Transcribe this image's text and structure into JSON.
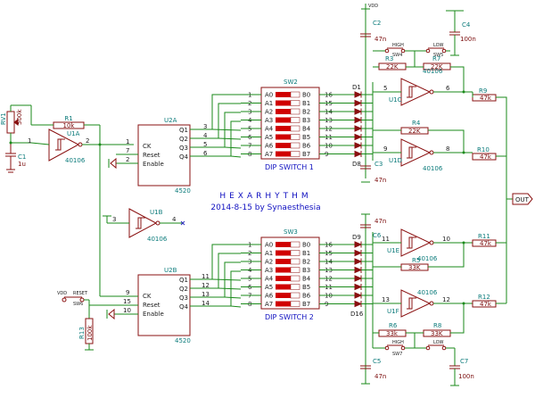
{
  "title": "HEXARHYTHM",
  "subtitle": "2014-8-15 by Synaesthesia",
  "output_label": "OUT",
  "colors": {
    "wire": "#1a8a1a",
    "component": "#8a1010",
    "label": "#1010c0",
    "reference": "#0a7a7a"
  },
  "rv1": {
    "ref": "RV1",
    "value": "500k"
  },
  "r1": {
    "ref": "R1",
    "value": "10k"
  },
  "c1": {
    "ref": "C1",
    "value": "1u"
  },
  "u1a": {
    "ref": "U1A",
    "part": "40106",
    "pin_in": "1",
    "pin_out": "2"
  },
  "u1b": {
    "ref": "U1B",
    "part": "40106",
    "pin_in": "3",
    "pin_out": "4"
  },
  "u2a": {
    "ref": "U2A",
    "part": "4520",
    "pin_ck": "1",
    "pin_reset": "7",
    "pin_enable": "2",
    "ck": "CK",
    "reset": "Reset",
    "enable": "Enable",
    "outputs": [
      "Q1",
      "Q2",
      "Q3",
      "Q4"
    ],
    "out_pins": [
      "3",
      "4",
      "5",
      "6"
    ]
  },
  "u2b": {
    "ref": "U2B",
    "part": "4520",
    "pin_ck": "9",
    "pin_reset": "15",
    "pin_enable": "10",
    "ck": "CK",
    "reset": "Reset",
    "enable": "Enable",
    "outputs": [
      "Q1",
      "Q2",
      "Q3",
      "Q4"
    ],
    "out_pins": [
      "11",
      "12",
      "13",
      "14"
    ]
  },
  "sw2": {
    "ref": "SW2",
    "label": "DIP SWITCH 1",
    "left_labels": [
      "A0",
      "A1",
      "A2",
      "A3",
      "A4",
      "A5",
      "A6",
      "A7"
    ],
    "right_labels": [
      "B0",
      "B1",
      "B2",
      "B3",
      "B4",
      "B5",
      "B6",
      "B7"
    ],
    "left_pins": [
      "1",
      "2",
      "3",
      "4",
      "5",
      "6",
      "7",
      "8"
    ],
    "right_pins": [
      "16",
      "15",
      "14",
      "13",
      "12",
      "11",
      "10",
      "9"
    ]
  },
  "sw3": {
    "ref": "SW3",
    "label": "DIP SWITCH 2",
    "left_labels": [
      "A0",
      "A1",
      "A2",
      "A3",
      "A4",
      "A5",
      "A6",
      "A7"
    ],
    "right_labels": [
      "B0",
      "B1",
      "B2",
      "B3",
      "B4",
      "B5",
      "B6",
      "B7"
    ],
    "left_pins": [
      "1",
      "2",
      "3",
      "4",
      "5",
      "6",
      "7",
      "8"
    ],
    "right_pins": [
      "16",
      "15",
      "14",
      "13",
      "12",
      "11",
      "10",
      "9"
    ]
  },
  "diodes_top": {
    "first": "D1",
    "last": "D8"
  },
  "diodes_bottom": {
    "first": "D9",
    "last": "D16"
  },
  "u1c": {
    "ref": "U1C",
    "part": "40106",
    "pin_in": "5",
    "pin_out": "6"
  },
  "u1d": {
    "ref": "U1D",
    "part": "40106",
    "pin_in": "9",
    "pin_out": "8"
  },
  "u1e": {
    "ref": "U1E",
    "part": "40106",
    "pin_in": "11",
    "pin_out": "10"
  },
  "u1f": {
    "ref": "U1F",
    "part": "40106",
    "pin_in": "13",
    "pin_out": "12"
  },
  "c2": {
    "ref": "C2",
    "value": "47n"
  },
  "c3": {
    "ref": "C3",
    "value": "47n"
  },
  "c4": {
    "ref": "C4",
    "value": "100n"
  },
  "c5": {
    "ref": "C5",
    "value": "47n"
  },
  "c6": {
    "ref": "C6",
    "value": "47n"
  },
  "c7": {
    "ref": "C7",
    "value": "100n"
  },
  "r3": {
    "ref": "R3",
    "value": "22K"
  },
  "r4": {
    "ref": "R4",
    "value": "22K"
  },
  "r5": {
    "ref": "R5",
    "value": "33K"
  },
  "r6": {
    "ref": "R6",
    "value": "33k"
  },
  "r7": {
    "ref": "R7",
    "value": "22K"
  },
  "r8": {
    "ref": "R8",
    "value": "33K"
  },
  "r9": {
    "ref": "R9",
    "value": "47k"
  },
  "r10": {
    "ref": "R10",
    "value": "47k"
  },
  "r11": {
    "ref": "R11",
    "value": "47k"
  },
  "r12": {
    "ref": "R12",
    "value": "47k"
  },
  "r13": {
    "ref": "R13",
    "value": "100k"
  },
  "sw_high_1": "HIGH",
  "sw_low_1": "LOW",
  "sw_high_2": "HIGH",
  "sw_low_2": "LOW",
  "sw4": "SW4",
  "sw5": "SW5",
  "sw6": "SW6",
  "sw7": "SW7",
  "vdd_top": "VDD",
  "vdd_reset": "VDD",
  "reset_label": "RESET"
}
